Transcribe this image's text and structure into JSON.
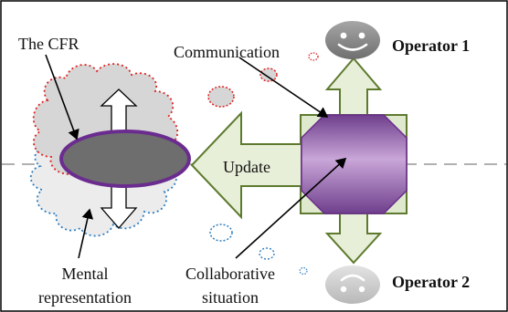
{
  "labels": {
    "cfr": "The CFR",
    "communication": "Communication",
    "operator1": "Operator 1",
    "operator2": "Operator 2",
    "update": "Update",
    "mental_line1": "Mental",
    "mental_line2": "representation",
    "collab_line1": "Collaborative",
    "collab_line2": "situation"
  },
  "colors": {
    "frame": "#000000",
    "dashed_line": "#808080",
    "arrow_fill": "#e7efd8",
    "arrow_stroke": "#5d7a2e",
    "box_fill": "#dfe9cd",
    "octagon_fill": "#8a56a6",
    "octagon_light": "#c9a6d8",
    "ellipse_fill": "#6e6e6e",
    "ellipse_stroke": "#6b2c8f",
    "cloud_red": "#dd2222",
    "cloud_blue": "#2f7fc1",
    "cloud_fill": "#e6e6e6",
    "face_top": "#8a8a8a",
    "face_bottom": "#cfcfcf"
  },
  "icons": {
    "operator1": "smiling-face-icon",
    "operator2": "frowning-face-icon"
  }
}
